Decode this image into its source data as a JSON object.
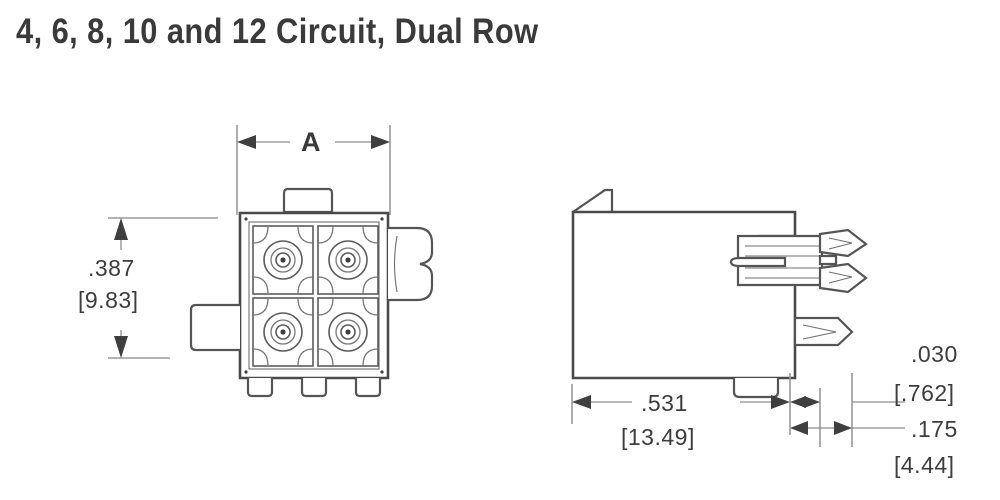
{
  "title": "4, 6, 8, 10 and 12 Circuit, Dual Row",
  "views": {
    "front": {
      "name": "front-view",
      "dimensions": {
        "width_label": "A",
        "height_inch": ".387",
        "height_mm": "[9.83]"
      }
    },
    "side": {
      "name": "side-view",
      "dimensions": {
        "depth_inch": ".531",
        "depth_mm": "[13.49]",
        "tip_inch": ".030",
        "tip_mm": "[.762]",
        "pin_inch": ".175",
        "pin_mm": "[4.44]"
      }
    }
  },
  "dimension_callouts": [
    {
      "id": "width-a",
      "text": "A",
      "type": "letter"
    },
    {
      "id": "height-inch",
      "text": ".387",
      "type": "value"
    },
    {
      "id": "height-mm",
      "text": "[9.83]",
      "type": "value"
    },
    {
      "id": "depth-inch",
      "text": ".531",
      "type": "value"
    },
    {
      "id": "depth-mm",
      "text": "[13.49]",
      "type": "value"
    },
    {
      "id": "tip-inch",
      "text": ".030",
      "type": "value"
    },
    {
      "id": "tip-mm",
      "text": "[.762]",
      "type": "value"
    },
    {
      "id": "pin-inch",
      "text": ".175",
      "type": "value"
    },
    {
      "id": "pin-mm",
      "text": "[4.44]",
      "type": "value"
    }
  ],
  "colors": {
    "line": "#4a4a4a",
    "extension_line": "#9a9a9a",
    "text": "#3d3d3d",
    "background": "#ffffff"
  },
  "cavity_grid": {
    "rows": 2,
    "columns": 2,
    "total_visible": 4
  }
}
